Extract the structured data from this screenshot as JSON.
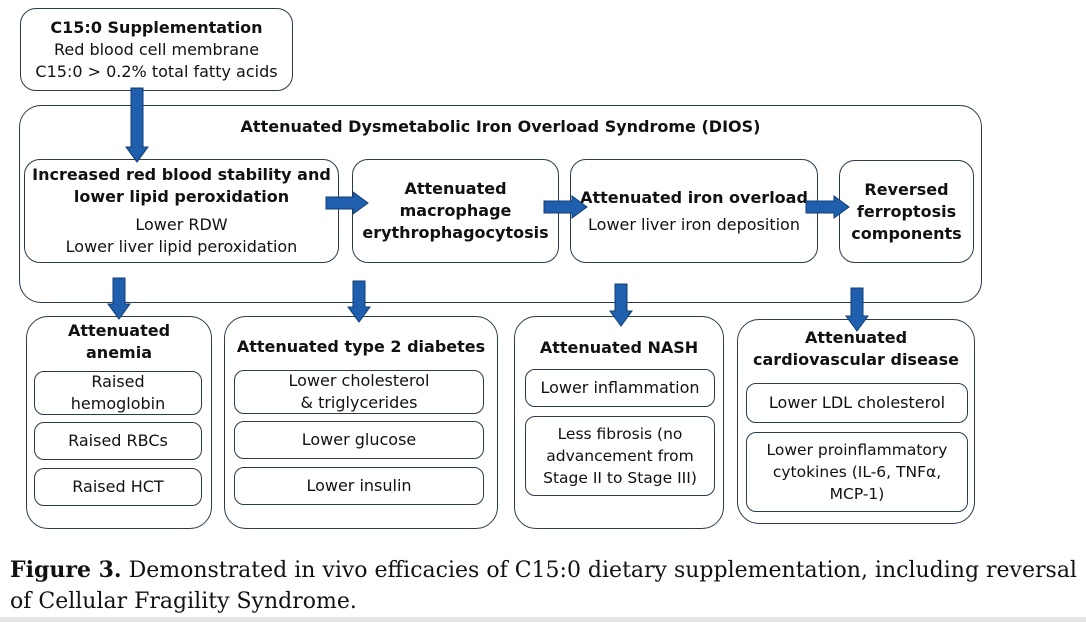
{
  "top_box": {
    "title": "C15:0 Supplementation",
    "line1": "Red blood cell membrane",
    "line2": "C15:0 > 0.2% total fatty acids"
  },
  "dios": {
    "title": "Attenuated Dysmetabolic Iron Overload Syndrome (DIOS)",
    "boxes": [
      {
        "title": "Increased red blood stability and\nlower lipid peroxidation",
        "lines": "Lower RDW\nLower liver lipid peroxidation"
      },
      {
        "title": "Attenuated\nmacrophage\nerythrophagocytosis",
        "lines": ""
      },
      {
        "title": "Attenuated iron overload",
        "lines": "Lower liver iron deposition"
      },
      {
        "title": "Reversed\nferroptosis\ncomponents",
        "lines": ""
      }
    ]
  },
  "outcomes": [
    {
      "title": "Attenuated\nanemia",
      "items": [
        "Raised\nhemoglobin",
        "Raised RBCs",
        "Raised HCT"
      ]
    },
    {
      "title": "Attenuated type 2 diabetes",
      "items": [
        "Lower cholesterol\n& triglycerides",
        "Lower glucose",
        "Lower insulin"
      ]
    },
    {
      "title": "Attenuated NASH",
      "items": [
        "Lower inflammation",
        "Less fibrosis (no\nadvancement from\nStage II to Stage III)"
      ]
    },
    {
      "title": "Attenuated\ncardiovascular disease",
      "items": [
        "Lower LDL cholesterol",
        "Lower proinflammatory\ncytokines (IL-6, TNFα,\nMCP-1)"
      ]
    }
  ],
  "caption": {
    "label": "Figure 3.",
    "text": " Demonstrated in vivo efficacies of C15:0 dietary supplementation, including reversal of Cellular Fragility Syndrome."
  },
  "colors": {
    "arrow": "#1f5fae",
    "arrow_stroke": "#123c73",
    "border": "#2a3b4c"
  }
}
